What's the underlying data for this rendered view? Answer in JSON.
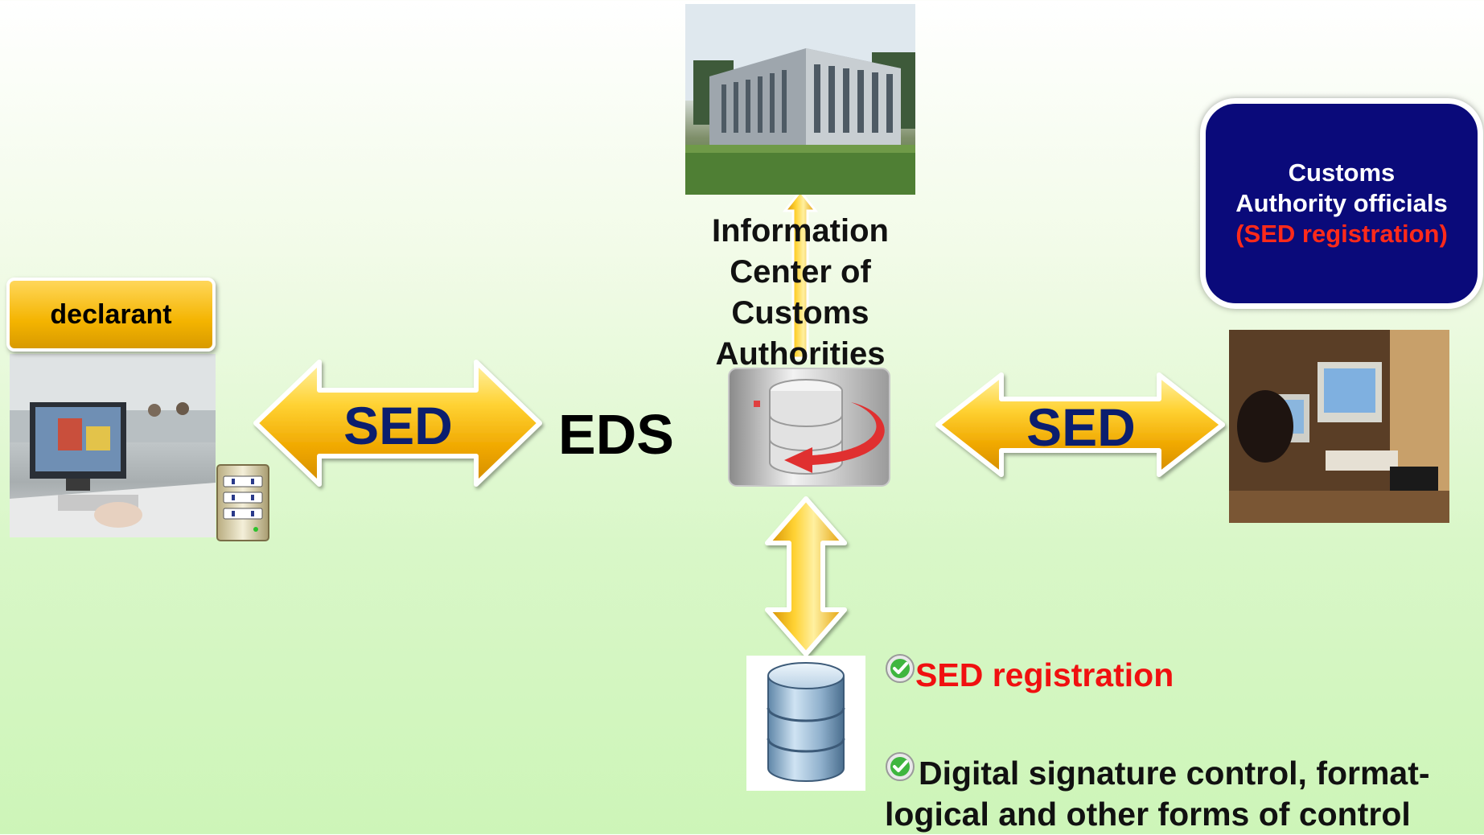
{
  "nodes": {
    "declarant_label": "declarant",
    "info_center_label": "Information Center of Customs Authorities",
    "officials_line1": "Customs",
    "officials_line2": "Authority officials",
    "officials_line3": "(SED registration)",
    "eds_label": "EDS"
  },
  "arrows": {
    "left_label": "SED",
    "right_label": "SED"
  },
  "checklist": [
    {
      "text": "SED registration",
      "color": "#f01010"
    },
    {
      "text": "Digital signature control, format-logical and other forms of control",
      "color": "#111111"
    }
  ],
  "colors": {
    "arrow_gold": "#f4b400",
    "officials_box": "#0a0a7a",
    "sed_text": "#0b1e6e"
  }
}
